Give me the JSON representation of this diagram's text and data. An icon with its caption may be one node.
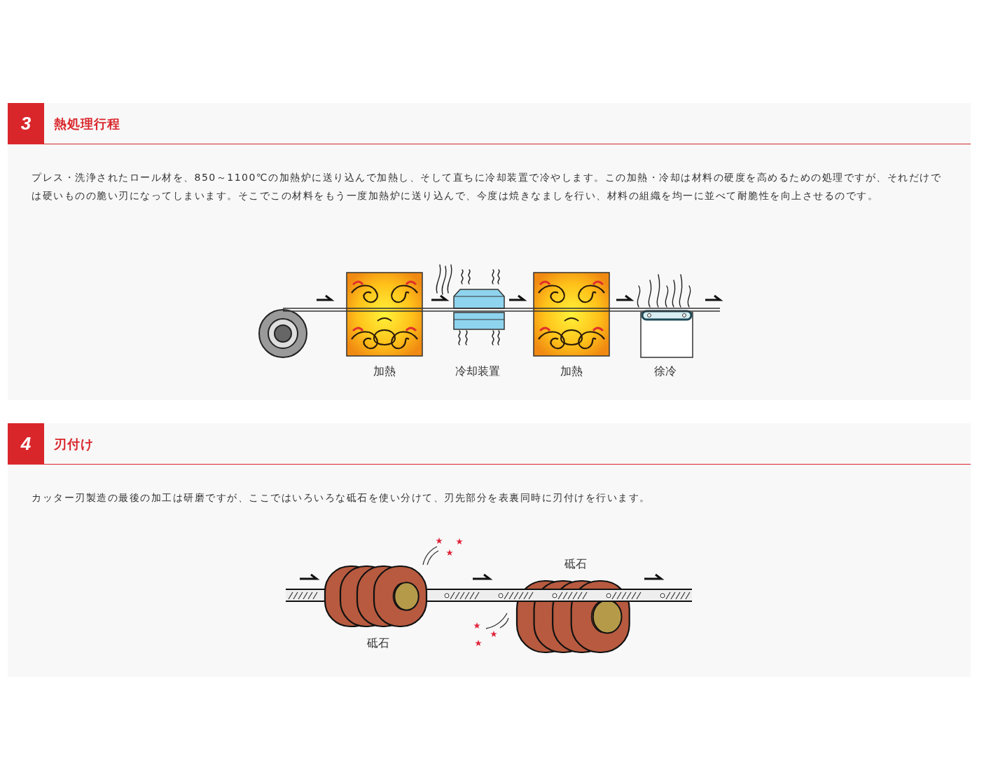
{
  "diagram": {
    "nodes": [
      {
        "text": [],
        "shape": "circle"
      },
      {
        "text": [
          "加熱"
        ]
      },
      {
        "text": [
          "冷却装置"
        ]
      },
      {
        "text": [
          "加熱"
        ]
      },
      {
        "text": [
          "徐冷"
        ]
      },
      {
        "text": [
          "砥石"
        ]
      },
      {
        "text": [
          "砥石"
        ]
      }
    ],
    "labels": [
      "3",
      "熱処理行程",
      "プレス・洗浄されたロール材を、850～1100℃の加熱炉に送り込んで加熱し、そして直ちに冷却装置で冷やします。この加熱・冷却は材料の硬度を高めるための処理ですが、それだけでは硬いものの脆い刃になってしまいます。そこでこの材料をもう一度加熱炉に送り込んで、今度は焼きなましを行い、材料の組織を均一に並べて耐脆性を向上させるのです。",
      "4",
      "刃付け",
      "カッター刃製造の最後の加工は研磨ですが、ここではいろいろな砥石を使い分けて、刃先部分を表裏同時に刃付けを行います。"
    ]
  }
}
